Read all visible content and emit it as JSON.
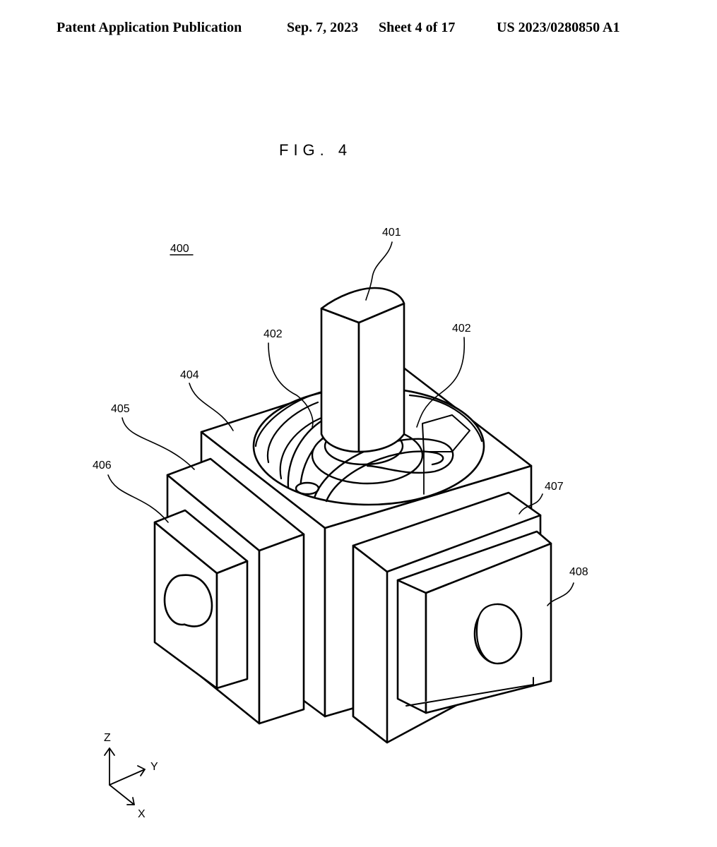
{
  "header": {
    "publication": "Patent Application Publication",
    "date": "Sep. 7, 2023",
    "sheet": "Sheet 4 of 17",
    "number": "US 2023/0280850 A1"
  },
  "figure": {
    "title": "FIG. 4",
    "labels": {
      "assembly": "400",
      "shaft": "401",
      "guide_left": "402",
      "guide_right": "402",
      "housing": "404",
      "block_left": "405",
      "block_left_front": "406",
      "block_right": "407",
      "block_right_front": "408"
    },
    "axes": {
      "z": "Z",
      "y": "Y",
      "x": "X"
    }
  }
}
